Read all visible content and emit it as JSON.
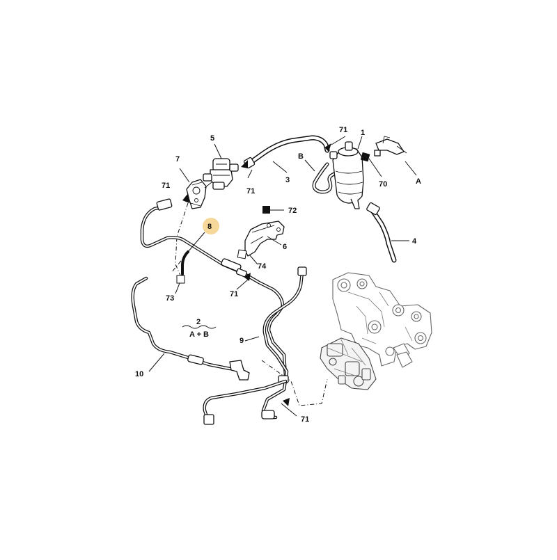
{
  "diagram": {
    "callouts": {
      "c1": "1",
      "c3": "3",
      "c4": "4",
      "c5": "5",
      "c6": "6",
      "c7": "7",
      "c8": "8",
      "c9": "9",
      "c10": "10",
      "c71_top": "71",
      "c71_left": "71",
      "c71_mid": "71",
      "c71_center": "71",
      "c71_bottom": "71",
      "c70": "70",
      "c72": "72",
      "c73": "73",
      "c74": "74",
      "cA": "A",
      "cB": "B"
    },
    "note": {
      "number": "2",
      "formula": "A + B"
    },
    "highlight_color": "#f5d89a"
  }
}
